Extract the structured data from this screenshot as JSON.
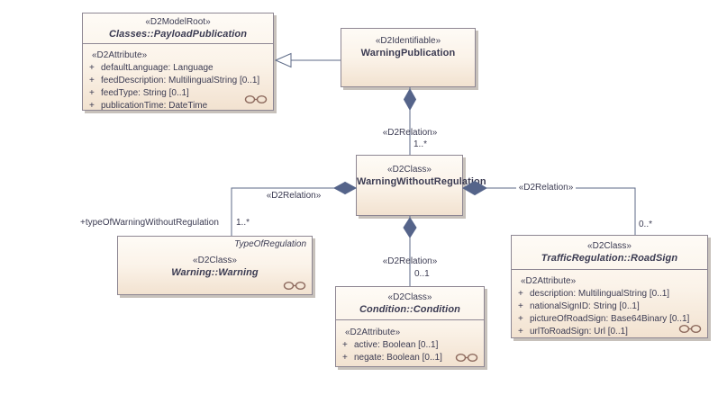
{
  "palette": {
    "box_fill_top": "#fefbf6",
    "box_fill_bottom": "#f2e2d0",
    "box_border": "#8e8793",
    "box_shadow": "#c7c1bb",
    "connector": "#5c6a87",
    "diamond_fill": "#55648a",
    "text": "#3b3b52",
    "spectacles_icon": "#8d6a5e"
  },
  "classes": {
    "payload_publication": {
      "stereotype": "«D2ModelRoot»",
      "name": "Classes::PayloadPublication",
      "attr_stereotype": "«D2Attribute»",
      "attributes": [
        {
          "vis": "+",
          "text": "defaultLanguage: Language"
        },
        {
          "vis": "+",
          "text": "feedDescription: MultilingualString [0..1]"
        },
        {
          "vis": "+",
          "text": "feedType: String [0..1]"
        },
        {
          "vis": "+",
          "text": "publicationTime: DateTime"
        }
      ]
    },
    "warning_publication": {
      "stereotype": "«D2Identifiable»",
      "name": "WarningPublication"
    },
    "warning_without_regulation": {
      "stereotype": "«D2Class»",
      "name": "WarningWithoutRegulation"
    },
    "warning": {
      "corner_label": "TypeOfRegulation",
      "stereotype": "«D2Class»",
      "name": "Warning::Warning"
    },
    "condition": {
      "stereotype": "«D2Class»",
      "name": "Condition::Condition",
      "attr_stereotype": "«D2Attribute»",
      "attributes": [
        {
          "vis": "+",
          "text": "active: Boolean [0..1]"
        },
        {
          "vis": "+",
          "text": "negate: Boolean [0..1]"
        }
      ]
    },
    "road_sign": {
      "stereotype": "«D2Class»",
      "name": "TrafficRegulation::RoadSign",
      "attr_stereotype": "«D2Attribute»",
      "attributes": [
        {
          "vis": "+",
          "text": "description: MultilingualString [0..1]"
        },
        {
          "vis": "+",
          "text": "nationalSignID: String [0..1]"
        },
        {
          "vis": "+",
          "text": "pictureOfRoadSign: Base64Binary [0..1]"
        },
        {
          "vis": "+",
          "text": "urlToRoadSign: Url [0..1]"
        }
      ]
    }
  },
  "relations": {
    "publication_to_wwr": {
      "stereotype": "«D2Relation»",
      "target_multiplicity": "1..*"
    },
    "wwr_to_warning": {
      "stereotype": "«D2Relation»",
      "target_multiplicity": "1..*",
      "target_role": "+typeOfWarningWithoutRegulation"
    },
    "wwr_to_condition": {
      "stereotype": "«D2Relation»",
      "target_multiplicity": "0..1"
    },
    "wwr_to_road_sign": {
      "stereotype": "«D2Relation»",
      "target_multiplicity": "0..*"
    }
  }
}
